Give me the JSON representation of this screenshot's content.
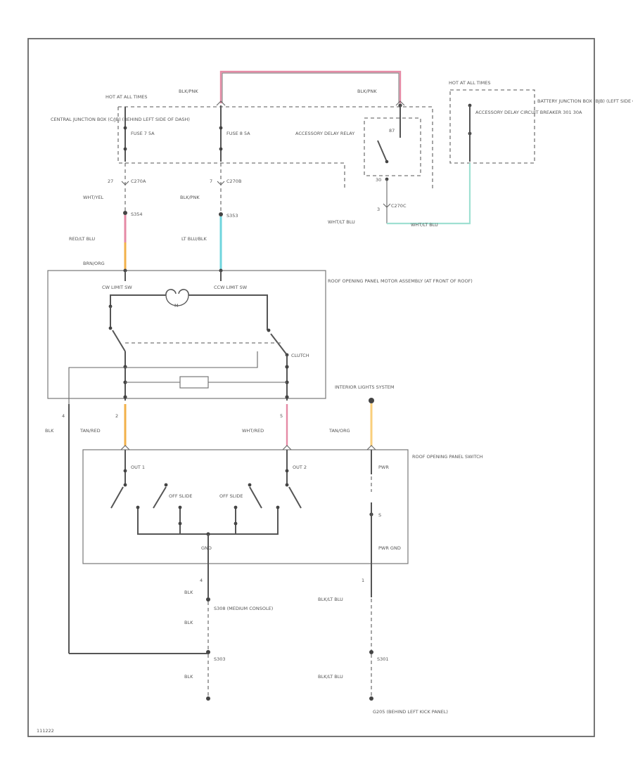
{
  "colors": {
    "pink": "#e58aa5",
    "orange": "#f2b04a",
    "cyan": "#6fd5dd",
    "lightorange": "#f9cf7c",
    "lightgreen": "#9fe0d2",
    "wire": "#555555"
  },
  "labels": {
    "hot_at_all_times": "HOT AT ALL TIMES",
    "central_jb": "CENTRAL JUNCTION BOX (C/JB) (BEHIND LEFT SIDE OF DASH)",
    "fuse_left": "FUSE 7 5A",
    "fuse_mid": "FUSE 8 5A",
    "pin_27": "27",
    "pin_7": "7",
    "c270a": "C270A",
    "c270b": "C270B",
    "wht_yel": "WHT/YEL",
    "blk_pnk_mid": "BLK/PNK",
    "blk_pnk_top_left": "BLK/PNK",
    "blk_pnk_top_right": "BLK/PNK",
    "s354": "S354",
    "s353": "S353",
    "red_lt_blu": "RED/LT BLU",
    "lt_blu_blk": "LT BLU/BLK",
    "brn_org": "BRN/ORG",
    "accessory_delay_relay": "ACCESSORY DELAY RELAY",
    "relay_pin_87": "87",
    "relay_pin_30": "30",
    "pin_3": "3",
    "c270c": "C270C",
    "wht_lt_blu_left": "WHT/LT BLU",
    "wht_lt_blu_right": "WHT/LT BLU",
    "hot_at_all_times_right": "HOT AT ALL TIMES",
    "acc_delay_cb": "ACCESSORY DELAY CIRCUIT BREAKER 301 30A",
    "battery_jb": "BATTERY JUNCTION BOX (BJB) (LEFT SIDE OF ENGINE COMPT, ON FENDER APRON)",
    "motor_assembly": "ROOF OPENING PANEL MOTOR ASSEMBLY (AT FRONT OF ROOF)",
    "cw_limit": "CW LIMIT SW",
    "ccw_limit": "CCW LIMIT SW",
    "motor_m": "M",
    "clutch": "CLUTCH",
    "interior_lights": "INTERIOR LIGHTS SYSTEM",
    "pin_4": "4",
    "blk_left": "BLK",
    "pin_2": "2",
    "tan_red": "TAN/RED",
    "pin_5": "5",
    "wht_red": "WHT/RED",
    "tan_org": "TAN/ORG",
    "panel_switch": "ROOF OPENING PANEL SWITCH",
    "out1": "OUT 1",
    "out2": "OUT 2",
    "off_slide_1": "OFF SLIDE",
    "off_slide_2": "OFF SLIDE",
    "gnd": "GND",
    "pwr": "PWR",
    "pwr_gnd": "PWR GND",
    "lamp_s": "S",
    "pin_bottom_4": "4",
    "pin_bottom_1": "1",
    "blk_bottom_1": "BLK",
    "blk_bottom_2": "BLK",
    "blk_bottom_3": "BLK",
    "blk_lt_blu_1": "BLK/LT BLU",
    "blk_lt_blu_2": "BLK/LT BLU",
    "s308": "S308 (MEDIUM CONSOLE)",
    "s303": "S303",
    "s301": "S301",
    "g205": "G205 (BEHIND LEFT KICK PANEL)",
    "figure_code": "111222"
  }
}
